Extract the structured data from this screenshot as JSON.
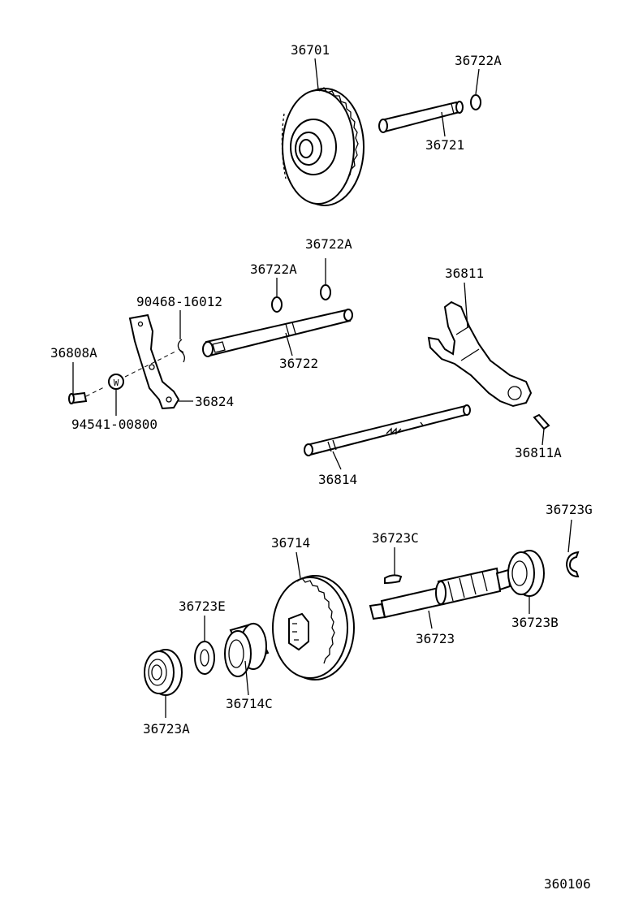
{
  "parts": [
    {
      "id": "p36701",
      "label": "36701"
    },
    {
      "id": "p36722A_top",
      "label": "36722A"
    },
    {
      "id": "p36721",
      "label": "36721"
    },
    {
      "id": "p36722A_a",
      "label": "36722A"
    },
    {
      "id": "p36722A_b",
      "label": "36722A"
    },
    {
      "id": "p90468",
      "label": "90468-16012"
    },
    {
      "id": "p36811",
      "label": "36811"
    },
    {
      "id": "p36808A",
      "label": "36808A"
    },
    {
      "id": "p36722",
      "label": "36722"
    },
    {
      "id": "p36824",
      "label": "36824"
    },
    {
      "id": "p94541",
      "label": "94541-00800"
    },
    {
      "id": "p36811A",
      "label": "36811A"
    },
    {
      "id": "p36814",
      "label": "36814"
    },
    {
      "id": "p36723G",
      "label": "36723G"
    },
    {
      "id": "p36714",
      "label": "36714"
    },
    {
      "id": "p36723C",
      "label": "36723C"
    },
    {
      "id": "p36723E",
      "label": "36723E"
    },
    {
      "id": "p36723B",
      "label": "36723B"
    },
    {
      "id": "p36723",
      "label": "36723"
    },
    {
      "id": "p36714C",
      "label": "36714C"
    },
    {
      "id": "p36723A",
      "label": "36723A"
    }
  ],
  "washer_mark": "W",
  "diagram_code": "360106"
}
